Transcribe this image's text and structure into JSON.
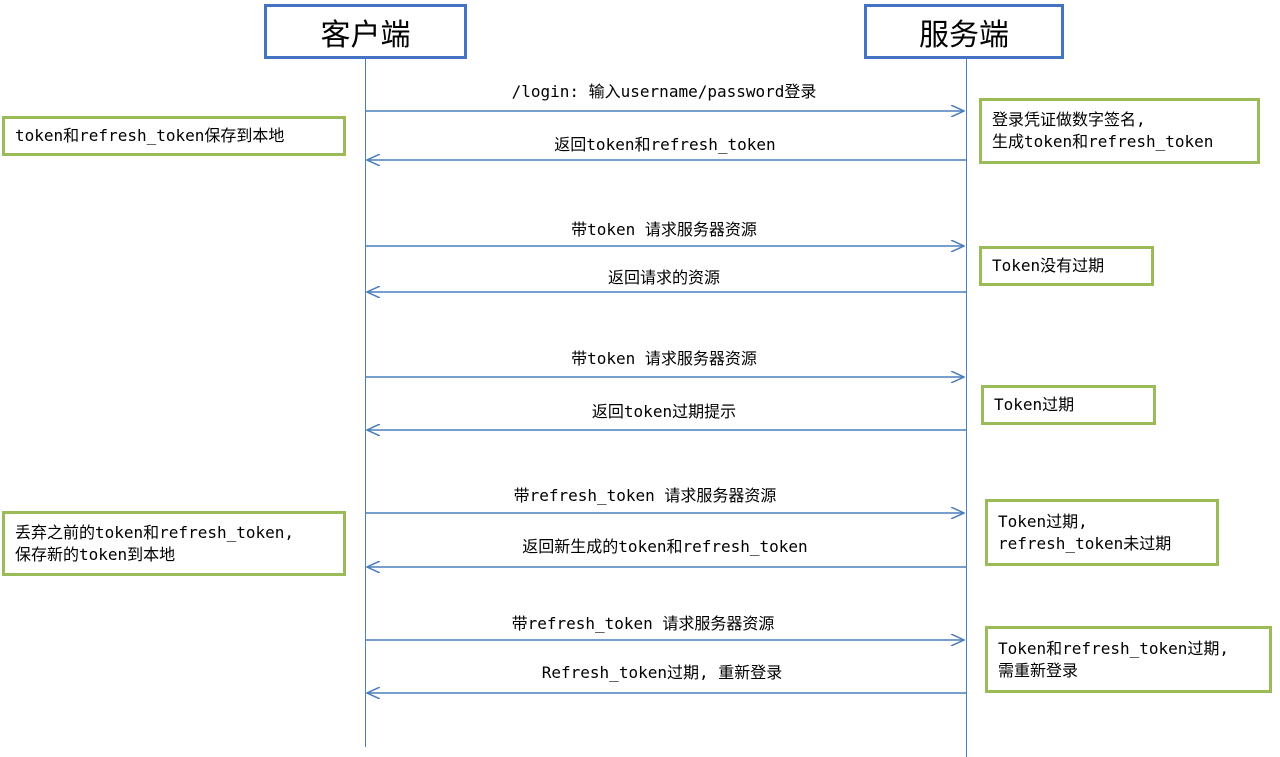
{
  "actors": {
    "client": "客户端",
    "server": "服务端"
  },
  "messages": [
    {
      "label": "/login: 输入username/password登录",
      "direction": "to-server"
    },
    {
      "label": "返回token和refresh_token",
      "direction": "to-client"
    },
    {
      "label": "带token 请求服务器资源",
      "direction": "to-server"
    },
    {
      "label": "返回请求的资源",
      "direction": "to-client"
    },
    {
      "label": "带token 请求服务器资源",
      "direction": "to-server"
    },
    {
      "label": "返回token过期提示",
      "direction": "to-client"
    },
    {
      "label": "带refresh_token 请求服务器资源",
      "direction": "to-server"
    },
    {
      "label": "返回新生成的token和refresh_token",
      "direction": "to-client"
    },
    {
      "label": "带refresh_token 请求服务器资源",
      "direction": "to-server"
    },
    {
      "label": "Refresh_token过期, 重新登录",
      "direction": "to-client"
    }
  ],
  "notes": {
    "client_store": [
      "token和refresh_token保存到本地"
    ],
    "server_sign": [
      "登录凭证做数字签名,",
      "生成token和refresh_token"
    ],
    "token_valid": [
      "Token没有过期"
    ],
    "token_expired": [
      "Token过期"
    ],
    "client_replace": [
      "丢弃之前的token和refresh_token,",
      "保存新的token到本地"
    ],
    "refresh_valid": [
      "Token过期,",
      "refresh_token未过期"
    ],
    "both_expired": [
      "Token和refresh_token过期,",
      "需重新登录"
    ]
  },
  "colors": {
    "actor_border": "#4472c4",
    "line": "#4a7ebb",
    "note_border": "#9bbb59"
  }
}
